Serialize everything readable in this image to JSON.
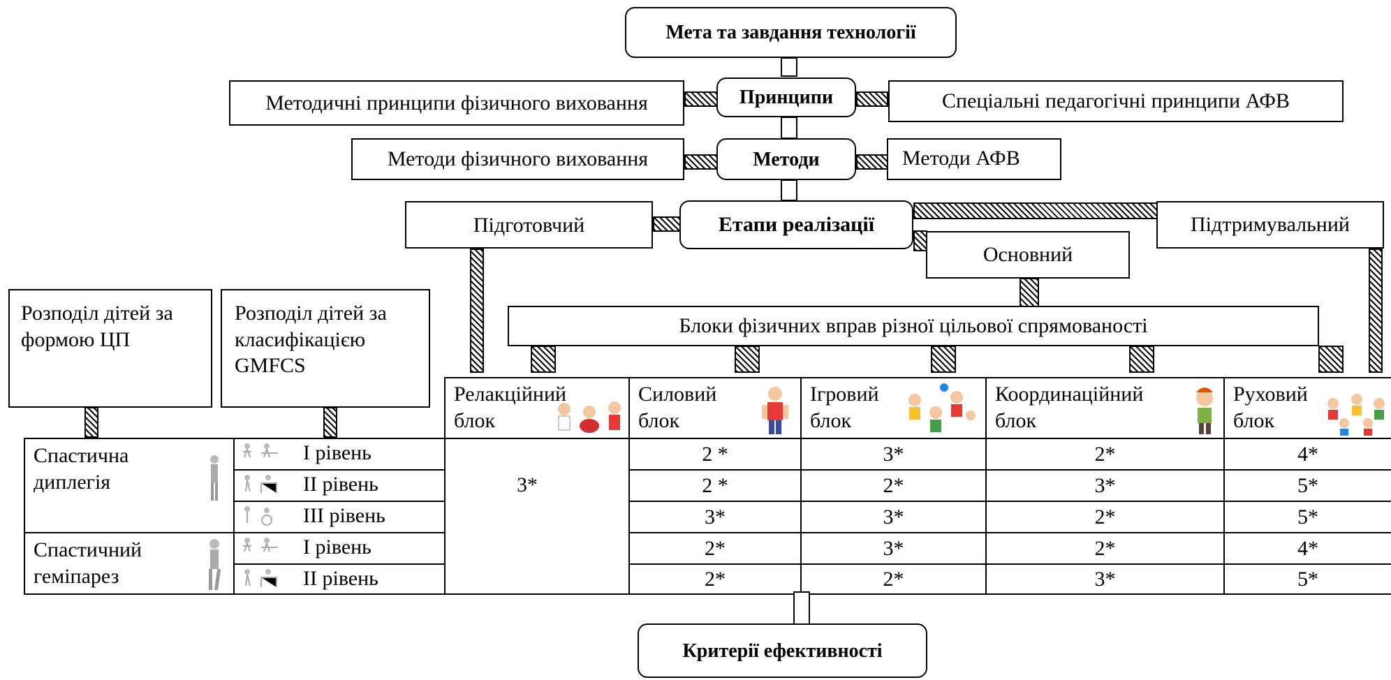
{
  "goal": "Мета та завдання технології",
  "principles": {
    "center": "Принципи",
    "left": "Методичні принципи фізичного виховання",
    "right": "Спеціальні педагогічні принципи АФВ"
  },
  "methods": {
    "center": "Методи",
    "left": "Методи фізичного виховання",
    "right": "Методи АФВ"
  },
  "stages": {
    "center": "Етапи реалізації",
    "preparatory": "Підготовчий",
    "main": "Основний",
    "support": "Підтримувальний"
  },
  "blocks_title": "Блоки фізичних вправ різної цільової спрямованості",
  "distribution": {
    "by_form": "Розподіл дітей за формою ЦП",
    "by_gmfcs": "Розподіл дітей за класифікацією GMFCS"
  },
  "table": {
    "headers": [
      "Релакційний блок",
      "Силовий блок",
      "Ігровий блок",
      "Координаційний блок",
      "Руховий блок"
    ],
    "groups": [
      {
        "name": "Спастична диплегія",
        "levels": [
          "І рівень",
          "ІІ рівень",
          "ІІІ рівень"
        ]
      },
      {
        "name": "Спастичний геміпарез",
        "levels": [
          "І рівень",
          "ІІ рівень"
        ]
      }
    ],
    "relax_value": "3*",
    "rows": [
      [
        "2 *",
        "3*",
        "2*",
        "4*"
      ],
      [
        "2 *",
        "2*",
        "3*",
        "5*"
      ],
      [
        "3*",
        "3*",
        "2*",
        "5*"
      ],
      [
        "2*",
        "3*",
        "2*",
        "4*"
      ],
      [
        "2*",
        "2*",
        "3*",
        "5*"
      ]
    ]
  },
  "criteria": "Критерії ефективності"
}
